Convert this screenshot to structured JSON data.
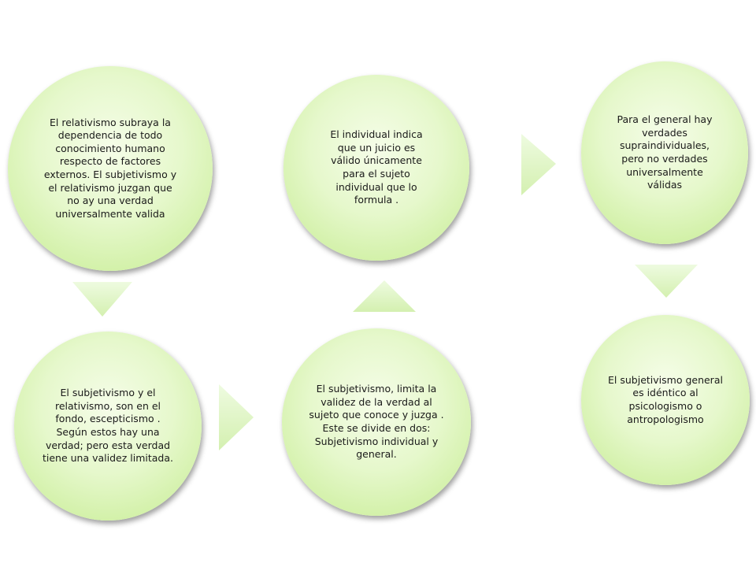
{
  "nodes": [
    {
      "id": "n1",
      "text": "El relativismo subraya la dependencia de todo conocimiento humano respecto de factores externos. El subjetivismo y el relativismo juzgan que no ay una verdad universalmente valida"
    },
    {
      "id": "n2",
      "text": "El subjetivismo y el relativismo, son en el fondo, escepticismo . Según estos hay una verdad; pero esta verdad tiene una validez limitada."
    },
    {
      "id": "n3",
      "text": "El subjetivismo, limita la validez de la verdad al sujeto que conoce y juzga . Este se divide en dos: Subjetivismo individual y general."
    },
    {
      "id": "n4",
      "text": "El individual indica que un juicio es válido únicamente para el sujeto individual que lo formula ."
    },
    {
      "id": "n5",
      "text": "Para el general hay verdades supraindividuales, pero no verdades universalmente válidas"
    },
    {
      "id": "n6",
      "text": "El subjetivismo general es idéntico al psicologismo o antropologismo"
    }
  ],
  "connectors": [
    {
      "from": "n1",
      "to": "n2",
      "direction": "down"
    },
    {
      "from": "n2",
      "to": "n3",
      "direction": "right"
    },
    {
      "from": "n3",
      "to": "n4",
      "direction": "up"
    },
    {
      "from": "n4",
      "to": "n5",
      "direction": "right"
    },
    {
      "from": "n5",
      "to": "n6",
      "direction": "down"
    }
  ],
  "colors": {
    "node_fill_center": "#f5fde8",
    "node_fill_edge": "#c5ec90",
    "arrow_fill": "#dff5c3",
    "text": "#1a1a1a",
    "background": "#ffffff"
  }
}
